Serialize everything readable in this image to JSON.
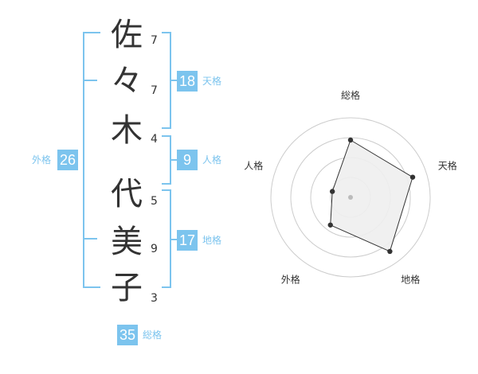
{
  "name": {
    "chars": [
      {
        "char": "佐",
        "strokes": "7"
      },
      {
        "char": "々",
        "strokes": "7"
      },
      {
        "char": "木",
        "strokes": "4"
      },
      {
        "char": "代",
        "strokes": "5"
      },
      {
        "char": "美",
        "strokes": "9"
      },
      {
        "char": "子",
        "strokes": "3"
      }
    ]
  },
  "kakusu": {
    "tenkaku": {
      "value": "18",
      "label": "天格"
    },
    "jinkaku": {
      "value": "9",
      "label": "人格"
    },
    "chikaku": {
      "value": "17",
      "label": "地格"
    },
    "gaikaku": {
      "value": "26",
      "label": "外格"
    },
    "soukaku": {
      "value": "35",
      "label": "総格"
    }
  },
  "radar": {
    "axes": [
      "総格",
      "天格",
      "地格",
      "外格",
      "人格"
    ],
    "levels": 4,
    "values": [
      0.72,
      0.82,
      0.84,
      0.43,
      0.24
    ],
    "colors": {
      "ring": "#cccccc",
      "fill": "#eeeeee",
      "line": "#333333",
      "point": "#333333",
      "center": "#bbbbbb"
    }
  },
  "colors": {
    "accent": "#7cc4ee"
  }
}
